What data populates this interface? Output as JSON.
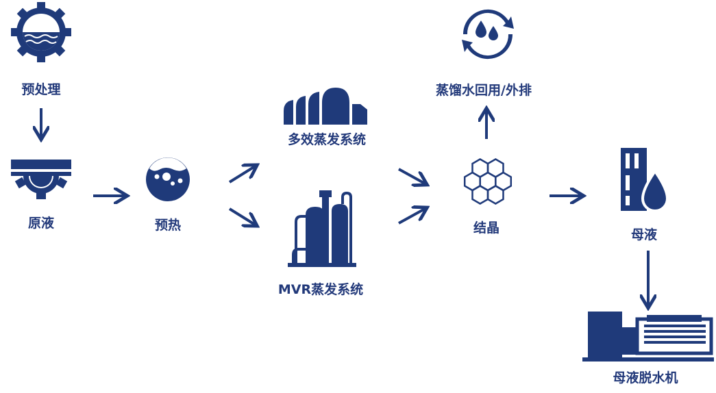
{
  "colors": {
    "primary": "#1f3a7a",
    "background": "#ffffff"
  },
  "nodes": {
    "pretreatment": {
      "label": "预处理",
      "icon": "gear-water-icon"
    },
    "raw_liquid": {
      "label": "原液",
      "icon": "gear-basin-icon"
    },
    "preheat": {
      "label": "预热",
      "icon": "bubbling-liquid-icon"
    },
    "multi_effect": {
      "label": "多效蒸发系统",
      "icon": "multi-effect-evaporator-icon"
    },
    "mvr": {
      "label": "MVR蒸发系统",
      "icon": "factory-towers-icon"
    },
    "crystallization": {
      "label": "结晶",
      "icon": "hexagon-crystal-icon"
    },
    "distilled_water": {
      "label": "蒸馏水回用/外排",
      "icon": "water-recycle-icon"
    },
    "mother_liquor": {
      "label": "母液",
      "icon": "tank-droplet-icon"
    },
    "dewatering": {
      "label": "母液脱水机",
      "icon": "dewatering-machine-icon"
    }
  }
}
